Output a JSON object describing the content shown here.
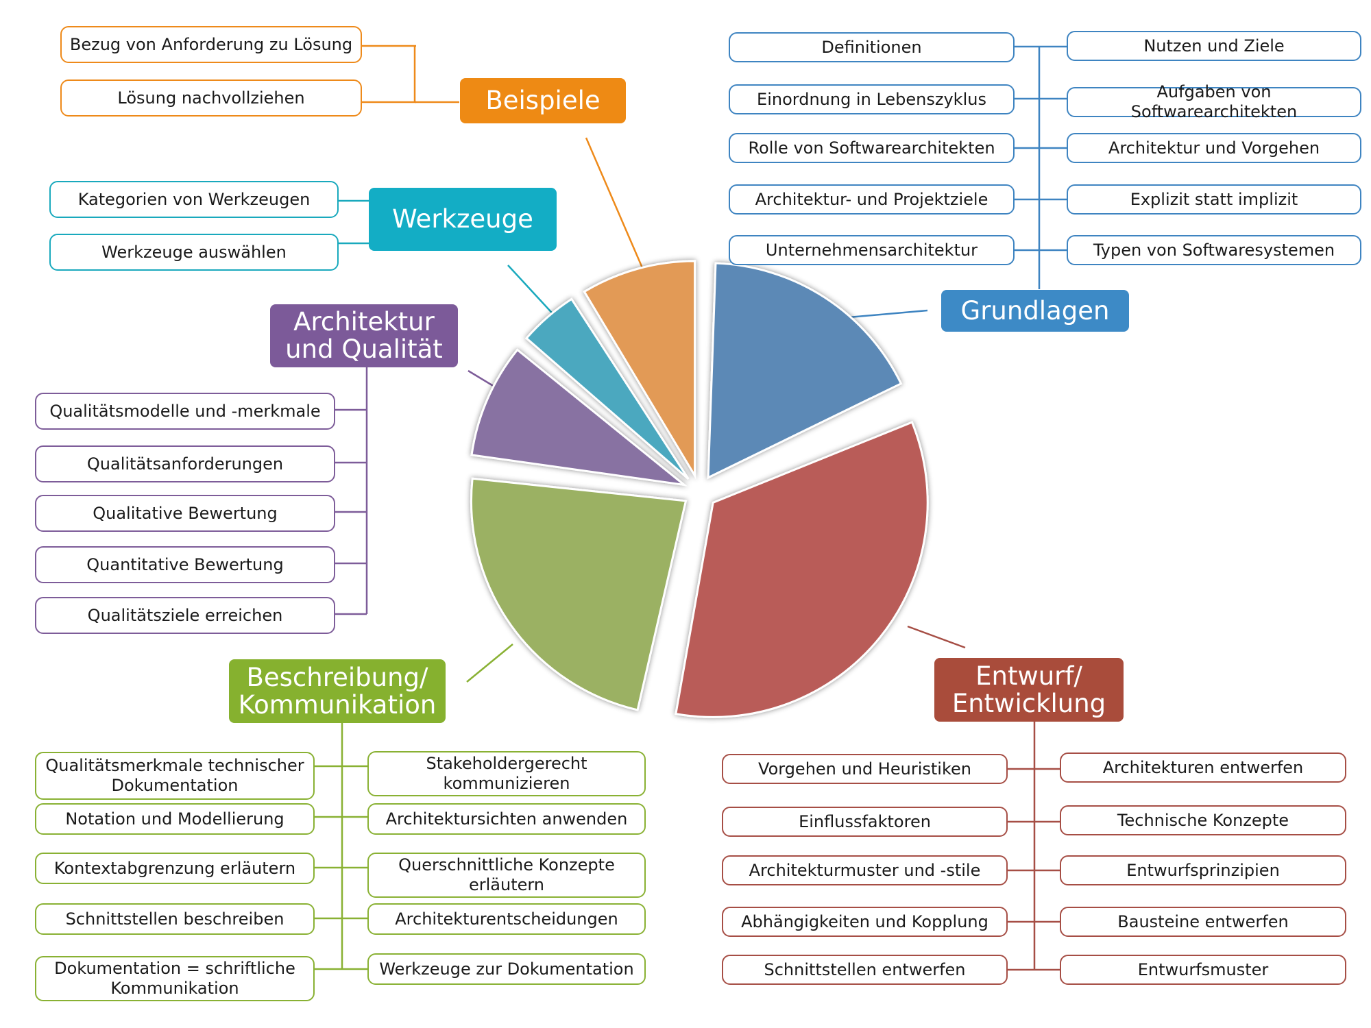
{
  "colors": {
    "beispiele": "#ee8a14",
    "werkzeuge": "#13adc5",
    "architektur_qualitaet": "#7c5a99",
    "beschreibung": "#86b12f",
    "grundlagen": "#3d8ac6",
    "entwurf": "#a94c3b",
    "pie_grundlagen": "#5b89b6",
    "pie_entwurf": "#b95c58",
    "pie_beschreibung": "#9bb164",
    "pie_architektur": "#8872a2",
    "pie_werkzeuge": "#4ba8bf",
    "pie_beispiele": "#e29a57"
  },
  "beispiele": {
    "title": "Beispiele",
    "items": [
      "Bezug von Anforderung zu Lösung",
      "Lösung nachvollziehen"
    ]
  },
  "werkzeuge": {
    "title": "Werkzeuge",
    "items": [
      "Kategorien von Werkzeugen",
      "Werkzeuge auswählen"
    ]
  },
  "architektur_qualitaet": {
    "title": "Architektur\nund Qualität",
    "items": [
      "Qualitätsmodelle und -merkmale",
      "Qualitätsanforderungen",
      "Qualitative Bewertung",
      "Quantitative Bewertung",
      "Qualitätsziele erreichen"
    ]
  },
  "beschreibung": {
    "title": "Beschreibung/\nKommunikation",
    "left": [
      "Qualitätsmerkmale technischer Dokumentation",
      "Notation und Modellierung",
      "Kontextabgrenzung erläutern",
      "Schnittstellen beschreiben",
      "Dokumentation = schriftliche Kommunikation"
    ],
    "right": [
      "Stakeholdergerecht kommunizieren",
      "Architektursichten anwenden",
      "Querschnittliche Konzepte erläutern",
      "Architekturentscheidungen",
      "Werkzeuge zur Dokumentation"
    ]
  },
  "grundlagen": {
    "title": "Grundlagen",
    "left": [
      "Definitionen",
      "Einordnung in Lebenszyklus",
      "Rolle von Softwarearchitekten",
      "Architektur- und Projektziele",
      "Unternehmensarchitektur"
    ],
    "right": [
      "Nutzen und Ziele",
      "Aufgaben von Softwarearchitekten",
      "Architektur und Vorgehen",
      "Explizit statt implizit",
      "Typen von Softwaresystemen"
    ]
  },
  "entwurf": {
    "title": "Entwurf/\nEntwicklung",
    "left": [
      "Vorgehen und Heuristiken",
      "Einflussfaktoren",
      "Architekturmuster und -stile",
      "Abhängigkeiten und Kopplung",
      "Schnittstellen entwerfen"
    ],
    "right": [
      "Architekturen entwerfen",
      "Technische Konzepte",
      "Entwurfsprinzipien",
      "Bausteine entwerfen",
      "Entwurfsmuster"
    ]
  }
}
